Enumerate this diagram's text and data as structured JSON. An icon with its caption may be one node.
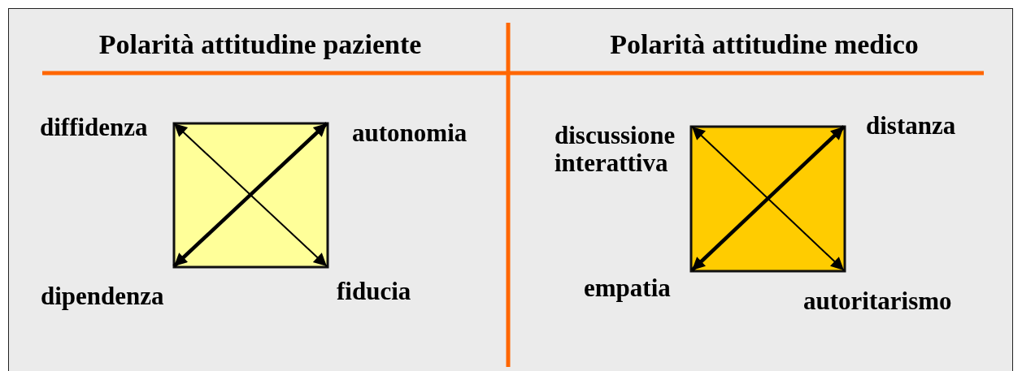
{
  "diagram": {
    "nodes": [
      {
        "text": [
          "diffidenza"
        ]
      },
      {
        "text": [
          "autonomia"
        ]
      },
      {
        "text": [
          "dipendenza"
        ]
      },
      {
        "text": [
          "fiducia"
        ]
      },
      {
        "text": [
          "discussione interattiva"
        ]
      },
      {
        "text": [
          "distanza"
        ]
      },
      {
        "text": [
          "empatia"
        ]
      },
      {
        "text": [
          "autoritarismo"
        ]
      }
    ],
    "edges": [
      {
        "from": 0,
        "to": 3,
        "arrow": "both"
      },
      {
        "from": 2,
        "to": 1,
        "arrow": "both",
        "style": "thick"
      },
      {
        "from": 4,
        "to": 7,
        "arrow": "both"
      },
      {
        "from": 6,
        "to": 5,
        "arrow": "both",
        "style": "thick"
      }
    ],
    "labels": [
      "Polarità attitudine paziente",
      "Polarità attitudine medico"
    ]
  }
}
